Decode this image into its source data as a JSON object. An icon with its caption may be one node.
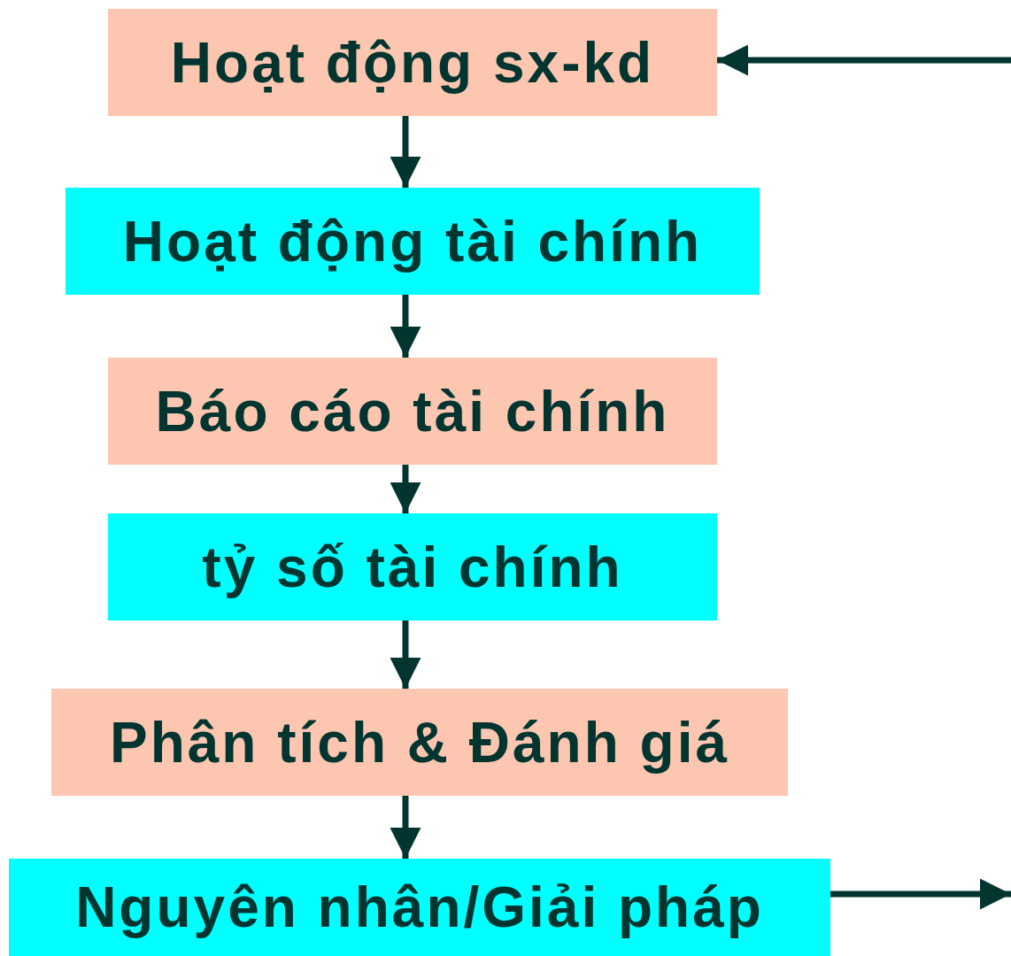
{
  "diagram": {
    "nodes": [
      {
        "text": [
          "Hoạt động sx-kd"
        ]
      },
      {
        "text": [
          "Hoạt động tài chính"
        ]
      },
      {
        "text": [
          "Báo cáo tài chính"
        ]
      },
      {
        "text": [
          "tỷ số tài chính"
        ]
      },
      {
        "text": [
          "Phân tích & Đánh giá"
        ]
      },
      {
        "text": [
          "Nguyên nhân/Giải pháp"
        ]
      }
    ],
    "edges": [
      {
        "from": 0,
        "to": 1,
        "arrow": "to"
      },
      {
        "from": 1,
        "to": 2,
        "arrow": "to"
      },
      {
        "from": 2,
        "to": 3,
        "arrow": "to"
      },
      {
        "from": 3,
        "to": 4,
        "arrow": "to"
      },
      {
        "from": 4,
        "to": 5,
        "arrow": "to"
      },
      {
        "from": null,
        "to": 0,
        "arrow": "to"
      },
      {
        "from": 5,
        "to": null,
        "arrow": "to"
      }
    ]
  }
}
